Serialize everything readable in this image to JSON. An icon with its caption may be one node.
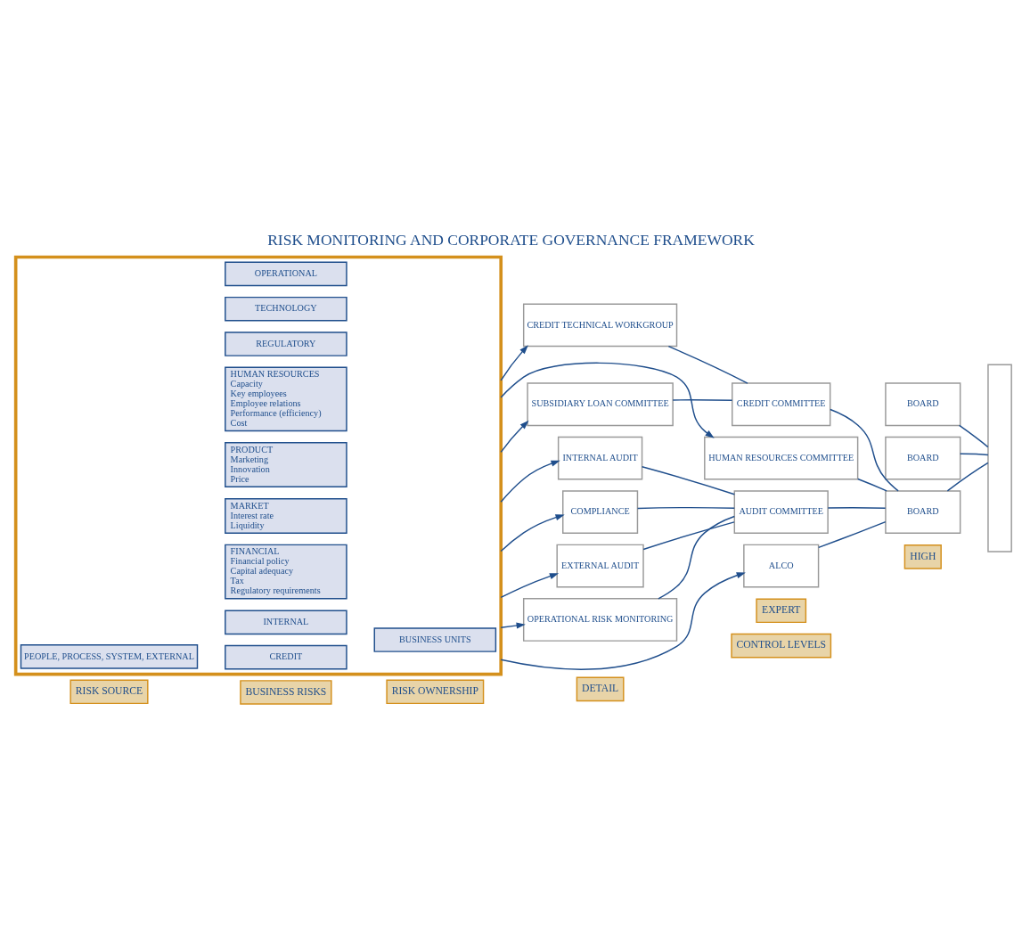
{
  "diagram": {
    "title": "RISK MONITORING AND CORPORATE GOVERNANCE FRAMEWORK",
    "nodes": [
      {
        "text": [
          "RISK SOURCE"
        ]
      },
      {
        "text": [
          "BUSINESS RISKS"
        ]
      },
      {
        "text": [
          "RISK OWNERSHIP"
        ]
      },
      {
        "text": [
          "CONTROL LEVELS"
        ]
      },
      {
        "text": [
          "DETAIL"
        ]
      },
      {
        "text": [
          "EXPERT"
        ]
      },
      {
        "text": [
          "HIGH"
        ]
      },
      {
        "text": [],
        "shape": "box"
      },
      {
        "text": [
          "PEOPLE, PROCESS, SYSTEM, EXTERNAL"
        ],
        "in": 7
      },
      {
        "text": [
          "HUMAN RESOURCES",
          "Capacity",
          "Key employees",
          "Employee relations",
          "Performance (efficiency)",
          "Cost"
        ],
        "in": 7
      },
      {
        "text": [
          "REGULATORY"
        ],
        "in": 7
      },
      {
        "text": [
          "TECHNOLOGY"
        ],
        "in": 7
      },
      {
        "text": [
          "OPERATIONAL"
        ],
        "in": 7
      },
      {
        "text": [
          "CREDIT"
        ],
        "in": 7
      },
      {
        "text": [
          "INTERNAL"
        ],
        "in": 7
      },
      {
        "text": [
          "FINANCIAL",
          "Financial policy",
          "Capital adequacy",
          "Tax",
          "Regulatory requirements"
        ],
        "in": 7
      },
      {
        "text": [
          "MARKET",
          "Interest rate",
          "Liquidity"
        ],
        "in": 7
      },
      {
        "text": [
          "PRODUCT",
          "Marketing",
          "Innovation",
          "Price"
        ],
        "in": 7
      },
      {
        "text": [
          "BUSINESS UNITS"
        ],
        "in": 7
      },
      {
        "text": [
          "INTERNAL AUDIT"
        ]
      },
      {
        "text": [
          "COMPLIANCE"
        ]
      },
      {
        "text": [
          "EXTERNAL AUDIT"
        ]
      },
      {
        "text": [
          "OPERATIONAL RISK MONITORING"
        ]
      },
      {
        "text": [
          "CREDIT TECHNICAL WORKGROUP"
        ]
      },
      {
        "text": [
          "SUBSIDIARY LOAN COMMITTEE"
        ]
      },
      {
        "text": [
          "AUDIT COMMITTEE"
        ]
      },
      {
        "text": [
          "CREDIT COMMITTEE"
        ]
      },
      {
        "text": [
          "ALCO"
        ]
      },
      {
        "text": [
          "HUMAN RESOURCES COMMITTEE"
        ]
      },
      {
        "text": [
          "BOARD"
        ]
      },
      {
        "text": [
          "BOARD"
        ]
      },
      {
        "text": [
          "BOARD"
        ]
      },
      {
        "text": [],
        "shape": "box"
      }
    ],
    "edges": [
      {
        "from": 7,
        "to": 19,
        "arrow": "to"
      },
      {
        "from": 7,
        "to": 20,
        "arrow": "to"
      },
      {
        "from": 7,
        "to": 21,
        "arrow": "to"
      },
      {
        "from": 7,
        "to": 22,
        "arrow": "to"
      },
      {
        "from": 7,
        "to": 23,
        "arrow": "to"
      },
      {
        "from": 7,
        "to": 24,
        "arrow": "to"
      },
      {
        "from": 7,
        "to": 27,
        "arrow": "to"
      },
      {
        "from": 7,
        "to": 28,
        "arrow": "to"
      },
      {
        "from": 19,
        "to": 25,
        "arrow": "none"
      },
      {
        "from": 20,
        "to": 25,
        "arrow": "none"
      },
      {
        "from": 21,
        "to": 25,
        "arrow": "none"
      },
      {
        "from": 22,
        "to": 25,
        "arrow": "none"
      },
      {
        "from": 23,
        "to": 26,
        "arrow": "none"
      },
      {
        "from": 24,
        "to": 26,
        "arrow": "none"
      },
      {
        "from": 25,
        "to": 29,
        "arrow": "none"
      },
      {
        "from": 26,
        "to": 29,
        "arrow": "none"
      },
      {
        "from": 27,
        "to": 29,
        "arrow": "none"
      },
      {
        "from": 28,
        "to": 29,
        "arrow": "none"
      },
      {
        "from": 29,
        "to": 32,
        "arrow": "none"
      },
      {
        "from": 30,
        "to": 32,
        "arrow": "none"
      },
      {
        "from": 31,
        "to": 32,
        "arrow": "none"
      }
    ]
  }
}
